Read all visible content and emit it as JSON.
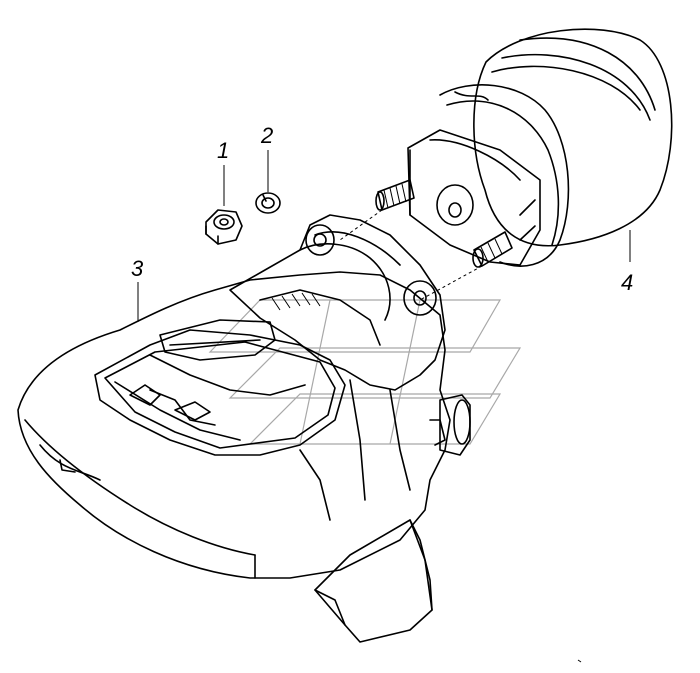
{
  "callouts": [
    {
      "id": "1",
      "label": "1"
    },
    {
      "id": "2",
      "label": "2"
    },
    {
      "id": "3",
      "label": "3"
    },
    {
      "id": "4",
      "label": "4"
    }
  ],
  "colors": {
    "line": "#000000",
    "watermark": "#a8a8a8",
    "background": "#ffffff"
  }
}
